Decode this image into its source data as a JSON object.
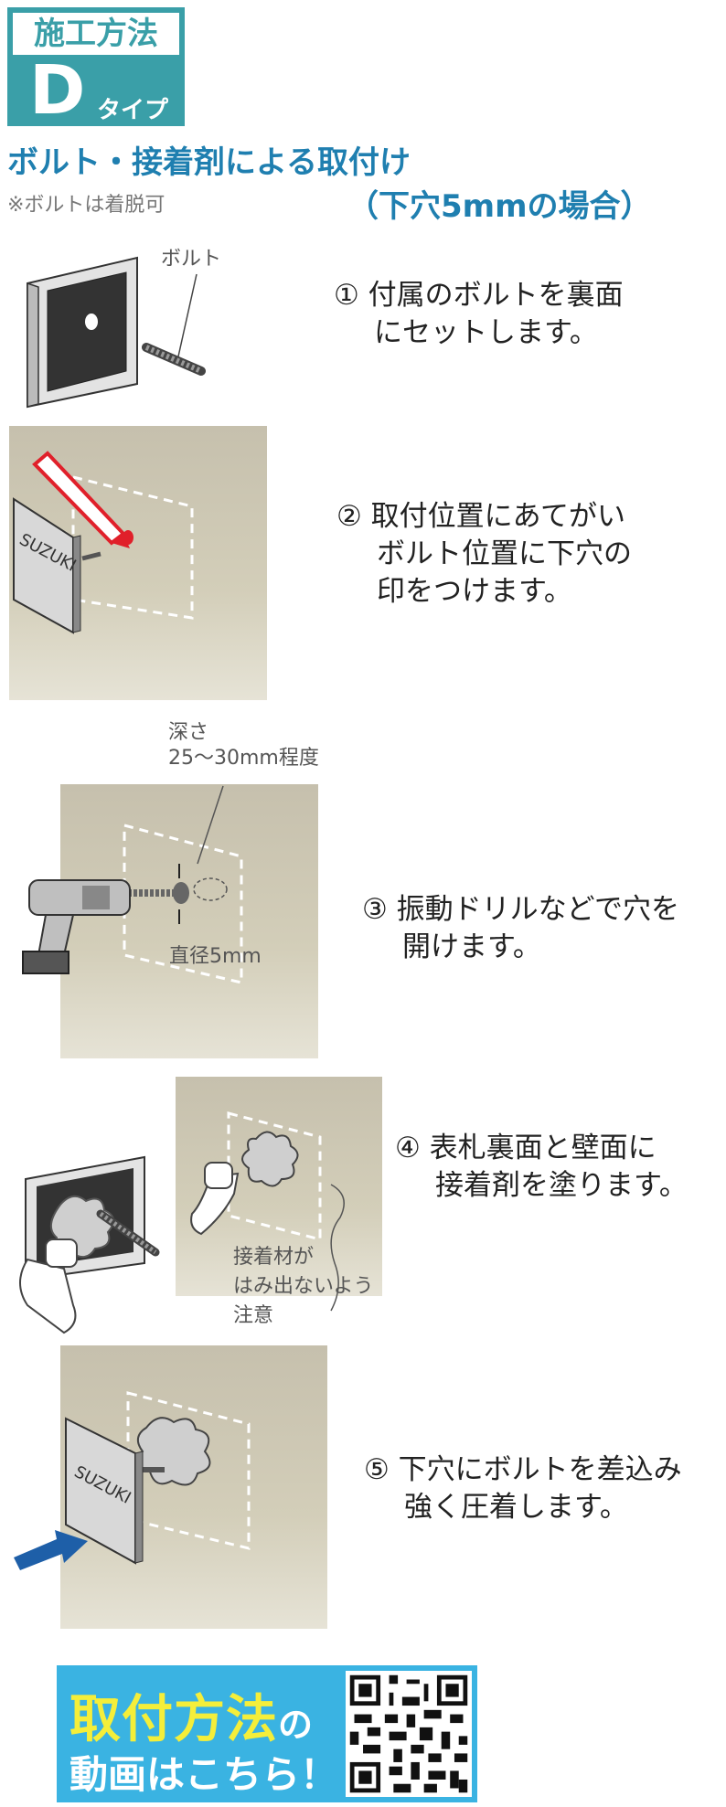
{
  "header": {
    "badge_top": "施工方法",
    "badge_letter": "D",
    "badge_suffix": "タイプ",
    "title": "ボルト・接着剤による取付け",
    "note": "※ボルトは着脱可",
    "subtitle": "（下穴5mmの場合）"
  },
  "steps": [
    {
      "line1": "① 付属のボルトを裏面",
      "line2": "にセットします。"
    },
    {
      "line1": "② 取付位置にあてがい",
      "line2": "ボルト位置に下穴の",
      "line3": "印をつけます。"
    },
    {
      "line1": "③ 振動ドリルなどで穴を",
      "line2": "開けます。"
    },
    {
      "line1": "④ 表札裏面と壁面に",
      "line2": "接着剤を塗ります。"
    },
    {
      "line1": "⑤ 下穴にボルトを差込み",
      "line2": "強く圧着します。"
    }
  ],
  "labels": {
    "bolt": "ボルト",
    "depth_line1": "深さ",
    "depth_line2": "25～30mm程度",
    "diameter": "直径5mm",
    "caution_line1": "接着材が",
    "caution_line2": "はみ出ないよう",
    "caution_line3": "注意",
    "plate_name": "SUZUKI"
  },
  "banner": {
    "line1_main": "取付方法",
    "line1_small": "の",
    "line2": "動画はこちら！"
  },
  "colors": {
    "accent_blue": "#1f7fb0",
    "badge_teal": "#3a9fa8",
    "banner_blue": "#3ab3e2",
    "banner_yellow": "#f4ee3a",
    "marker_red": "#e0202a",
    "arrow_blue": "#1e5fa8"
  }
}
